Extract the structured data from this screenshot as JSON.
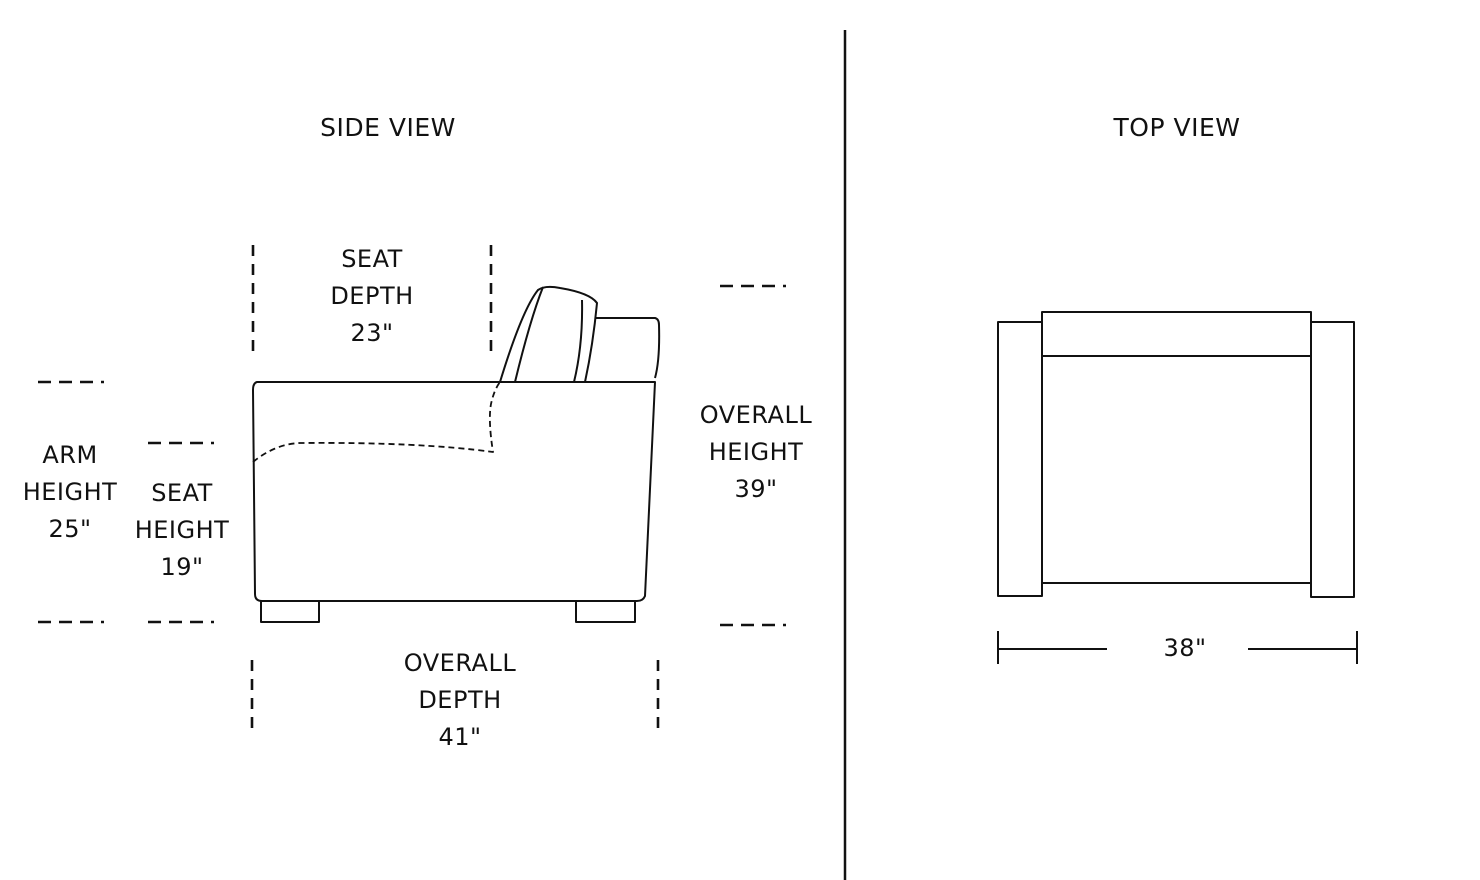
{
  "colors": {
    "line": "#111111",
    "background": "#ffffff"
  },
  "side_view": {
    "title": "SIDE VIEW",
    "seat_depth": {
      "line1": "SEAT",
      "line2": "DEPTH",
      "value": "23\""
    },
    "arm_height": {
      "line1": "ARM",
      "line2": "HEIGHT",
      "value": "25\""
    },
    "seat_height": {
      "line1": "SEAT",
      "line2": "HEIGHT",
      "value": "19\""
    },
    "overall_height": {
      "line1": "OVERALL",
      "line2": "HEIGHT",
      "value": "39\""
    },
    "overall_depth": {
      "line1": "OVERALL",
      "line2": "DEPTH",
      "value": "41\""
    }
  },
  "top_view": {
    "title": "TOP VIEW",
    "width": {
      "value": "38\""
    }
  }
}
